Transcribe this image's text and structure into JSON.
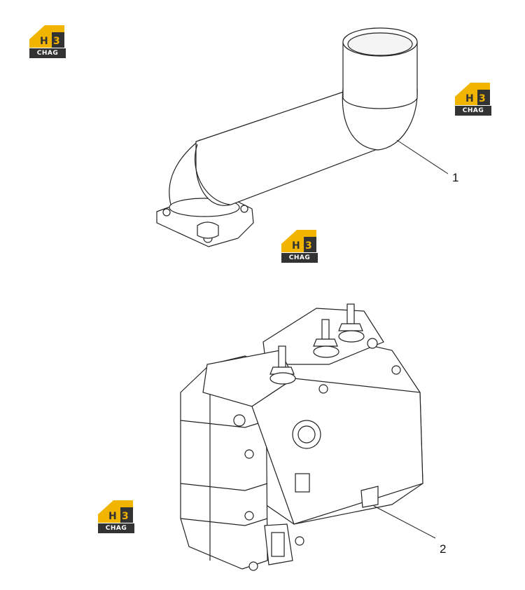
{
  "callouts": [
    {
      "label": "1"
    },
    {
      "label": "2"
    }
  ],
  "logo": {
    "mark": "H3",
    "caption": "CHAG"
  },
  "colors": {
    "logo_gold": "#f1b400",
    "logo_dark": "#333333",
    "line": "#222222"
  }
}
